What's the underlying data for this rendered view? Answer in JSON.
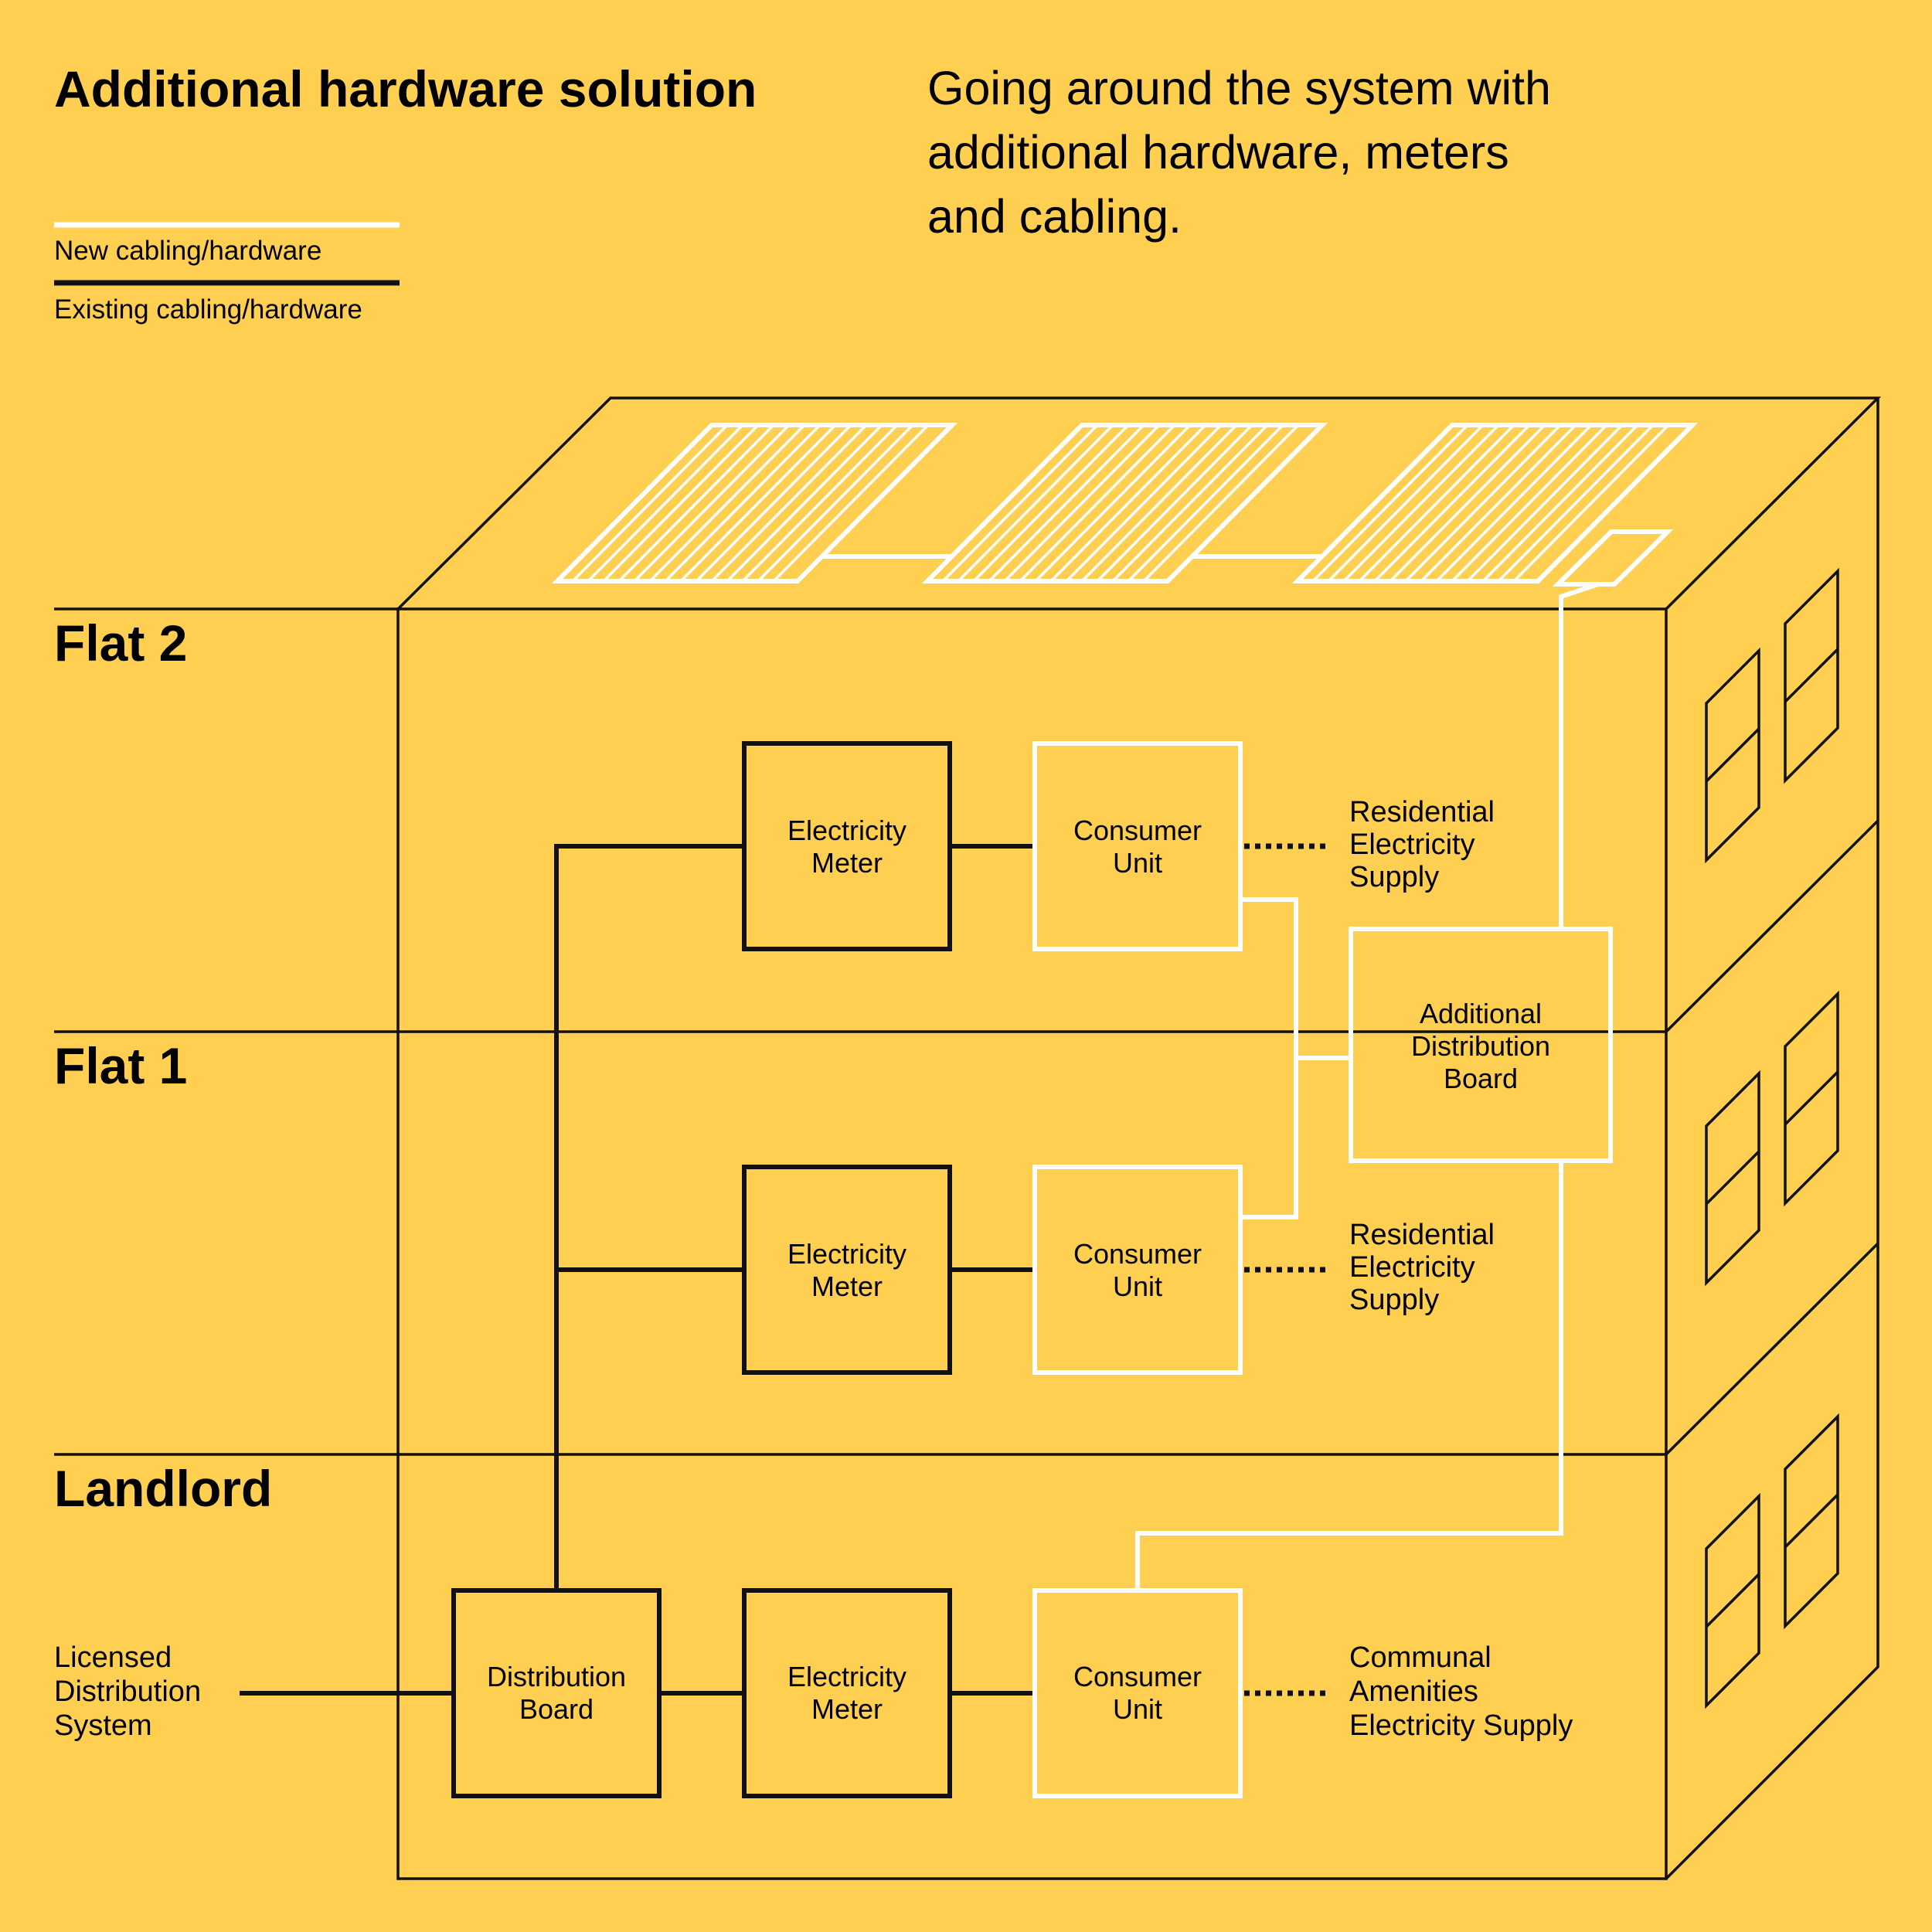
{
  "header": {
    "title": "Additional hardware solution",
    "subtitle_lines": [
      "Going around the system with",
      "additional hardware, meters",
      "and cabling."
    ]
  },
  "legend": {
    "new_label": "New cabling/hardware",
    "existing_label": "Existing cabling/hardware",
    "new_color": "#FFFFFF",
    "existing_color": "#111111"
  },
  "floors": {
    "flat2": "Flat 2",
    "flat1": "Flat 1",
    "landlord": "Landlord"
  },
  "source": {
    "lines": [
      "Licensed",
      "Distribution",
      "System"
    ]
  },
  "boxes": {
    "distribution_board": [
      "Distribution",
      "Board"
    ],
    "meter_landlord": [
      "Electricity",
      "Meter"
    ],
    "meter_flat1": [
      "Electricity",
      "Meter"
    ],
    "meter_flat2": [
      "Electricity",
      "Meter"
    ],
    "consumer_landlord": [
      "Consumer",
      "Unit"
    ],
    "consumer_flat1": [
      "Consumer",
      "Unit"
    ],
    "consumer_flat2": [
      "Consumer",
      "Unit"
    ],
    "additional_board": [
      "Additional",
      "Distribution",
      "Board"
    ]
  },
  "supplies": {
    "flat2": [
      "Residential",
      "Electricity",
      "Supply"
    ],
    "flat1": [
      "Residential",
      "Electricity",
      "Supply"
    ],
    "landlord": [
      "Communal",
      "Amenities",
      "Electricity Supply"
    ]
  },
  "colors": {
    "background": "#FFCF52",
    "ink": "#111111",
    "new": "#FFFFFF"
  }
}
